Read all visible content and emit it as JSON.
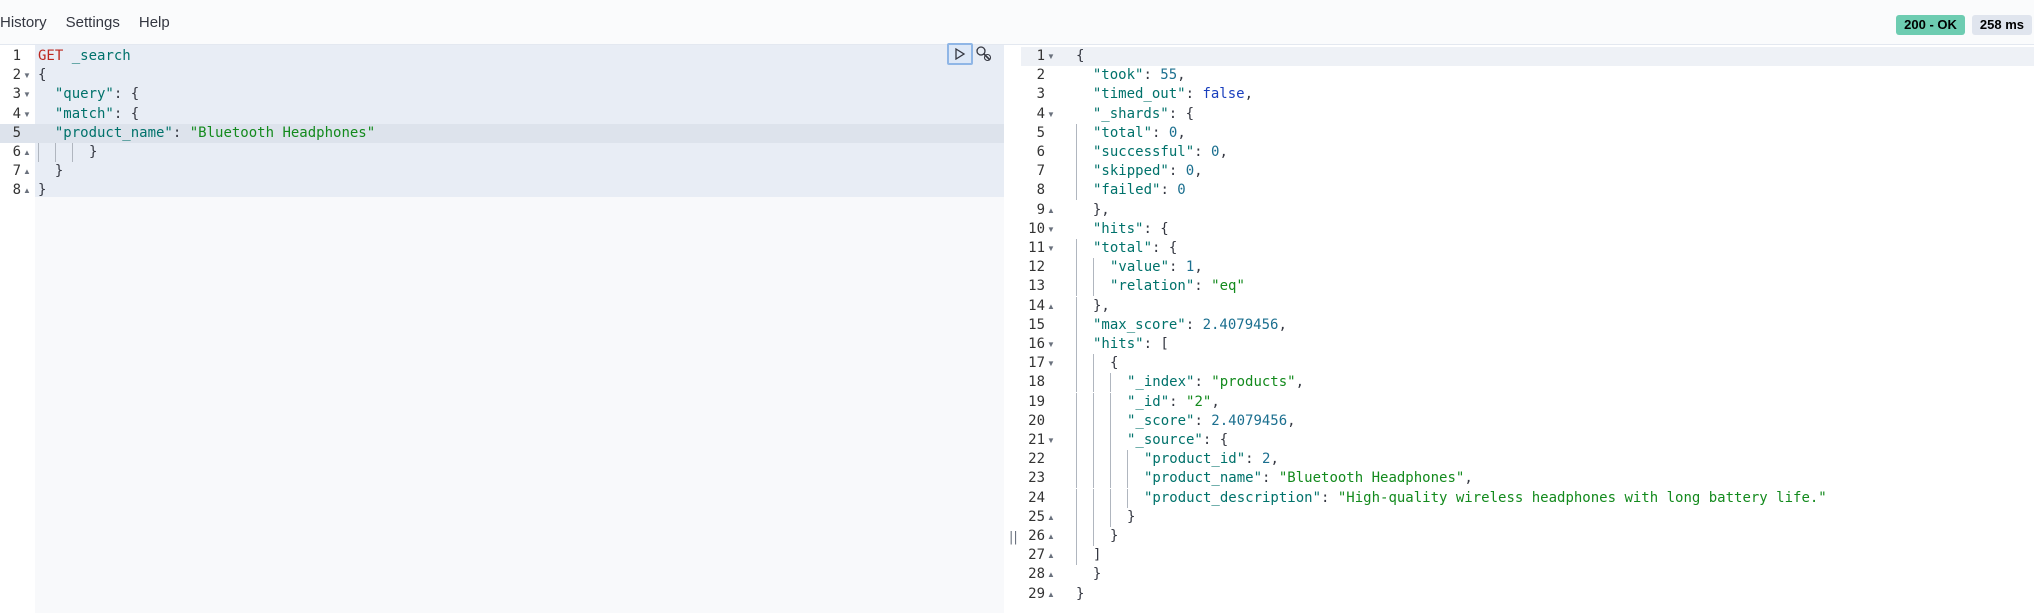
{
  "menu": [
    "History",
    "Settings",
    "Help"
  ],
  "status": {
    "code": "200 - OK",
    "code_color": "#6dccb1",
    "time": "258 ms"
  },
  "request": {
    "lines": [
      [
        [
          "GET",
          "method"
        ],
        [
          " ",
          "punc"
        ],
        [
          "_search",
          "url"
        ]
      ],
      [
        [
          "{",
          "punc"
        ]
      ],
      [
        [
          "  ",
          "punc"
        ],
        [
          "\"query\"",
          "key"
        ],
        [
          ": {",
          "punc"
        ]
      ],
      [
        [
          "  ",
          "punc"
        ],
        [
          "\"match\"",
          "key"
        ],
        [
          ": {",
          "punc"
        ]
      ],
      [
        [
          "  ",
          "punc"
        ],
        [
          "\"product_name\"",
          "key"
        ],
        [
          ": ",
          "punc"
        ],
        [
          "\"Bluetooth Headphones\"",
          "str"
        ]
      ],
      [
        [
          "|||",
          "guide"
        ],
        [
          "}",
          "punc"
        ]
      ],
      [
        [
          "  }",
          "punc"
        ]
      ],
      [
        [
          "}",
          "punc"
        ]
      ]
    ],
    "folds": [
      false,
      true,
      true,
      true,
      false,
      true,
      true,
      true
    ],
    "fold_dirs": [
      "",
      "down",
      "down",
      "down",
      "",
      "up",
      "up",
      "up"
    ],
    "active_line": 5
  },
  "response": {
    "lines": [
      [
        [
          "{",
          "punc"
        ]
      ],
      [
        [
          "  ",
          "punc"
        ],
        [
          "\"took\"",
          "key"
        ],
        [
          ": ",
          "punc"
        ],
        [
          "55",
          "num"
        ],
        [
          ",",
          "punc"
        ]
      ],
      [
        [
          "  ",
          "punc"
        ],
        [
          "\"timed_out\"",
          "key"
        ],
        [
          ": ",
          "punc"
        ],
        [
          "false",
          "bool"
        ],
        [
          ",",
          "punc"
        ]
      ],
      [
        [
          "  ",
          "punc"
        ],
        [
          "\"_shards\"",
          "key"
        ],
        [
          ": {",
          "punc"
        ]
      ],
      [
        [
          "|",
          "guide"
        ],
        [
          "\"total\"",
          "key"
        ],
        [
          ": ",
          "punc"
        ],
        [
          "0",
          "num"
        ],
        [
          ",",
          "punc"
        ]
      ],
      [
        [
          "|",
          "guide"
        ],
        [
          "\"successful\"",
          "key"
        ],
        [
          ": ",
          "punc"
        ],
        [
          "0",
          "num"
        ],
        [
          ",",
          "punc"
        ]
      ],
      [
        [
          "|",
          "guide"
        ],
        [
          "\"skipped\"",
          "key"
        ],
        [
          ": ",
          "punc"
        ],
        [
          "0",
          "num"
        ],
        [
          ",",
          "punc"
        ]
      ],
      [
        [
          "|",
          "guide"
        ],
        [
          "\"failed\"",
          "key"
        ],
        [
          ": ",
          "punc"
        ],
        [
          "0",
          "num"
        ]
      ],
      [
        [
          "  },",
          "punc"
        ]
      ],
      [
        [
          "  ",
          "punc"
        ],
        [
          "\"hits\"",
          "key"
        ],
        [
          ": {",
          "punc"
        ]
      ],
      [
        [
          "|",
          "guide"
        ],
        [
          "\"total\"",
          "key"
        ],
        [
          ": {",
          "punc"
        ]
      ],
      [
        [
          "||",
          "guide"
        ],
        [
          "\"value\"",
          "key"
        ],
        [
          ": ",
          "punc"
        ],
        [
          "1",
          "num"
        ],
        [
          ",",
          "punc"
        ]
      ],
      [
        [
          "||",
          "guide"
        ],
        [
          "\"relation\"",
          "key"
        ],
        [
          ": ",
          "punc"
        ],
        [
          "\"eq\"",
          "str"
        ]
      ],
      [
        [
          "|",
          "guide"
        ],
        [
          "},",
          "punc"
        ]
      ],
      [
        [
          "|",
          "guide"
        ],
        [
          "\"max_score\"",
          "key"
        ],
        [
          ": ",
          "punc"
        ],
        [
          "2.4079456",
          "num"
        ],
        [
          ",",
          "punc"
        ]
      ],
      [
        [
          "|",
          "guide"
        ],
        [
          "\"hits\"",
          "key"
        ],
        [
          ": [",
          "punc"
        ]
      ],
      [
        [
          "||",
          "guide"
        ],
        [
          "{",
          "punc"
        ]
      ],
      [
        [
          "|||",
          "guide"
        ],
        [
          "\"_index\"",
          "key"
        ],
        [
          ": ",
          "punc"
        ],
        [
          "\"products\"",
          "str"
        ],
        [
          ",",
          "punc"
        ]
      ],
      [
        [
          "|||",
          "guide"
        ],
        [
          "\"_id\"",
          "key"
        ],
        [
          ": ",
          "punc"
        ],
        [
          "\"2\"",
          "str"
        ],
        [
          ",",
          "punc"
        ]
      ],
      [
        [
          "|||",
          "guide"
        ],
        [
          "\"_score\"",
          "key"
        ],
        [
          ": ",
          "punc"
        ],
        [
          "2.4079456",
          "num"
        ],
        [
          ",",
          "punc"
        ]
      ],
      [
        [
          "|||",
          "guide"
        ],
        [
          "\"_source\"",
          "key"
        ],
        [
          ": {",
          "punc"
        ]
      ],
      [
        [
          "||||",
          "guide"
        ],
        [
          "\"product_id\"",
          "key"
        ],
        [
          ": ",
          "punc"
        ],
        [
          "2",
          "num"
        ],
        [
          ",",
          "punc"
        ]
      ],
      [
        [
          "||||",
          "guide"
        ],
        [
          "\"product_name\"",
          "key"
        ],
        [
          ": ",
          "punc"
        ],
        [
          "\"Bluetooth Headphones\"",
          "str"
        ],
        [
          ",",
          "punc"
        ]
      ],
      [
        [
          "||||",
          "guide"
        ],
        [
          "\"product_description\"",
          "key"
        ],
        [
          ": ",
          "punc"
        ],
        [
          "\"High-quality wireless headphones with long battery life.\"",
          "str"
        ]
      ],
      [
        [
          "|||",
          "guide"
        ],
        [
          "}",
          "punc"
        ]
      ],
      [
        [
          "||",
          "guide"
        ],
        [
          "}",
          "punc"
        ]
      ],
      [
        [
          "|",
          "guide"
        ],
        [
          "]",
          "punc"
        ]
      ],
      [
        [
          "  }",
          "punc"
        ]
      ],
      [
        [
          "}",
          "punc"
        ]
      ]
    ],
    "fold_dirs": [
      "down",
      "",
      "",
      "down",
      "",
      "",
      "",
      "",
      "up",
      "down",
      "down",
      "",
      "",
      "up",
      "",
      "down",
      "down",
      "",
      "",
      "",
      "down",
      "",
      "",
      "",
      "up",
      "up",
      "up",
      "up",
      "up"
    ],
    "active_line": 1
  },
  "resize_handle": "||"
}
